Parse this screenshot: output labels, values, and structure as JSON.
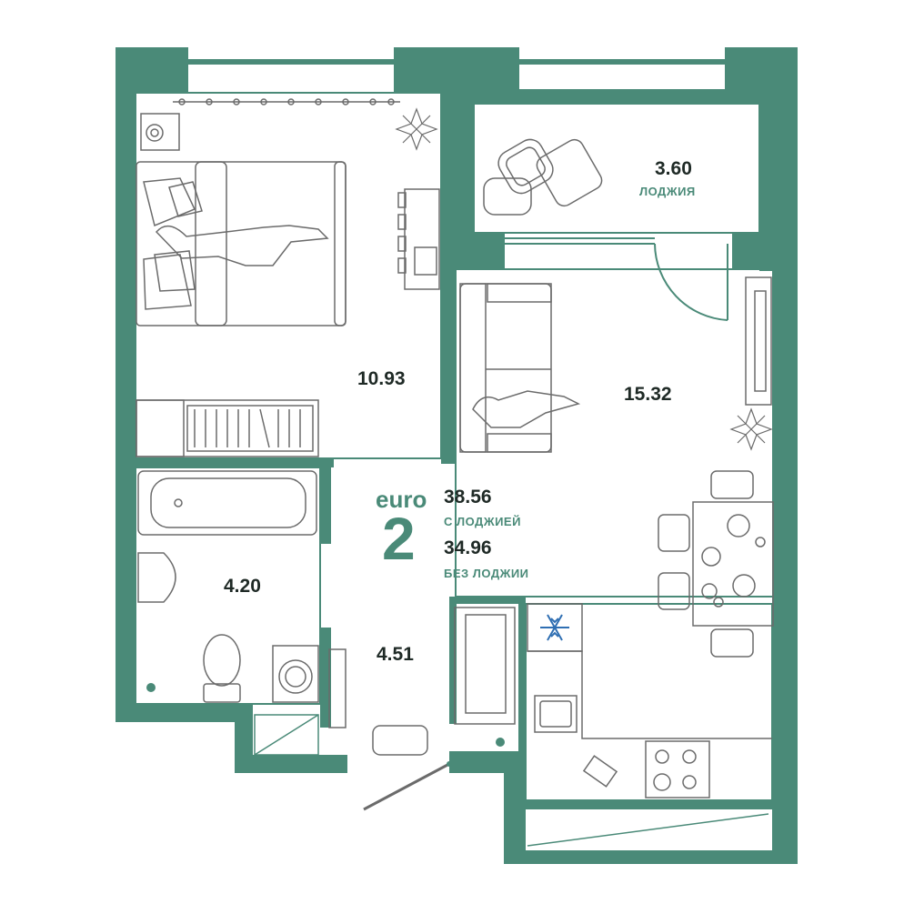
{
  "plan": {
    "wall_color": "#4a8a78",
    "line_color": "#6b6b6b",
    "rooms": {
      "bedroom_area": "10.93",
      "loggia_area": "3.60",
      "loggia_label": "ЛОДЖИЯ",
      "living_area": "15.32",
      "bathroom_area": "4.20",
      "hall_area": "4.51"
    },
    "summary": {
      "type_prefix": "euro",
      "rooms_count": "2",
      "total_with_loggia": "38.56",
      "with_loggia_label": "С ЛОДЖИЕЙ",
      "total_without_loggia": "34.96",
      "without_loggia_label": "БЕЗ ЛОДЖИИ"
    },
    "icons": [
      "snowflake-icon",
      "plant-icon"
    ]
  }
}
